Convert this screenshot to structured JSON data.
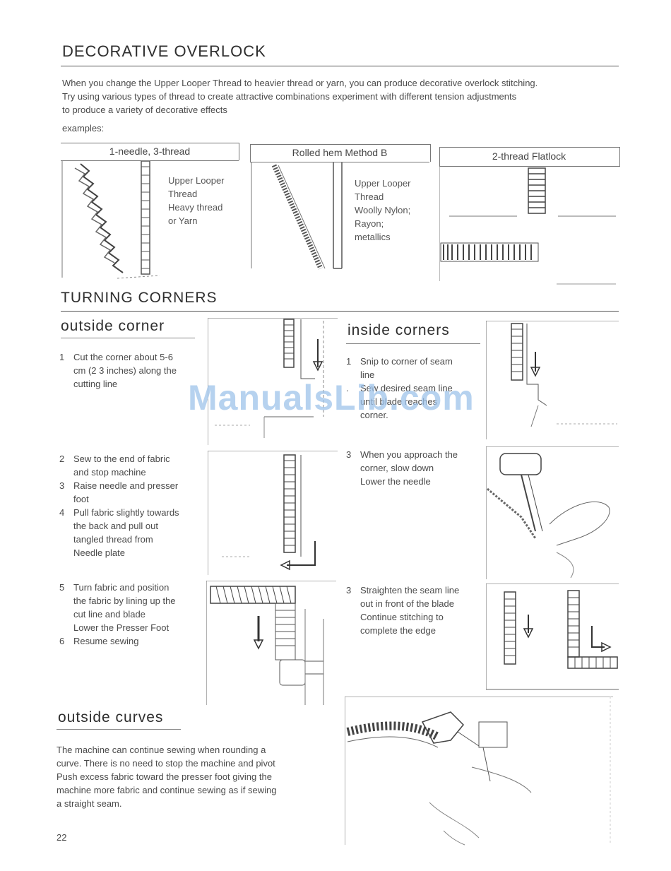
{
  "page": {
    "title": "DECORATIVE OVERLOCK",
    "intro": [
      "When you change the Upper Looper Thread to heavier thread or yarn, you can produce decorative overlock stitching.",
      "Try using various types of thread to create attractive combinations experiment with different tension adjustments",
      "to produce a variety of decorative effects"
    ],
    "examples_label": "examples:",
    "examples": [
      {
        "title": "1-needle, 3-thread",
        "notes": [
          "Upper Looper",
          "Thread",
          "Heavy thread",
          "or Yarn"
        ]
      },
      {
        "title": "Rolled hem Method B",
        "notes": [
          "Upper Looper",
          "Thread",
          "Woolly Nylon;",
          "Rayon;",
          "metallics"
        ]
      },
      {
        "title": "2-thread Flatlock",
        "notes": []
      }
    ],
    "turning_title": "TURNING CORNERS",
    "outside_corner": {
      "heading": "outside corner",
      "steps": [
        {
          "num": "1",
          "lines": [
            "Cut the corner about 5-6",
            "cm (2 3 inches) along the",
            "cutting line"
          ]
        },
        {
          "num": "2",
          "lines": [
            "Sew to the end of fabric",
            "and stop machine"
          ]
        },
        {
          "num": "3",
          "lines": [
            "Raise needle and presser",
            "foot"
          ]
        },
        {
          "num": "4",
          "lines": [
            "Pull fabric slightly towards",
            "the back and pull out",
            "tangled thread from",
            "Needle plate"
          ]
        },
        {
          "num": "5",
          "lines": [
            "Turn fabric and position",
            "the fabric by lining up the",
            "cut line and blade",
            "Lower the Presser Foot"
          ]
        },
        {
          "num": "6",
          "lines": [
            "Resume sewing"
          ]
        }
      ]
    },
    "inside_corners": {
      "heading": "inside corners",
      "steps": [
        {
          "num": "1",
          "lines": [
            "Snip to corner of seam",
            "line"
          ]
        },
        {
          "num": ".",
          "lines": [
            "Sew desired seam line",
            "until blade reaches",
            "corner."
          ]
        },
        {
          "num": "3",
          "lines": [
            "When you approach the",
            "corner, slow down",
            "Lower the needle"
          ]
        },
        {
          "num": "3",
          "lines": [
            "Straighten the seam line",
            "out in front of the blade",
            "Continue stitching to",
            "complete the edge"
          ]
        }
      ]
    },
    "outside_curves": {
      "heading": "outside curves",
      "body": [
        "The machine can continue sewing when rounding a",
        "curve. There is no need to stop the machine and pivot",
        "Push excess fabric toward the presser foot giving the",
        "machine more fabric and continue sewing as if sewing",
        "a straight seam."
      ]
    },
    "watermark": "ManualsLib.com",
    "page_number": "22"
  }
}
